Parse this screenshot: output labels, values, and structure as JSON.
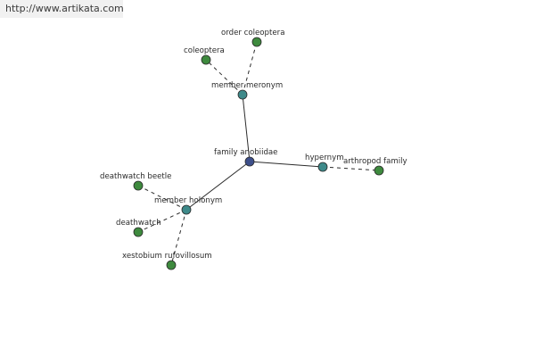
{
  "watermark": "http://www.artikata.com",
  "colors": {
    "root_node": "#3d4f8a",
    "relation_node": "#3e8a8a",
    "leaf_node": "#3e8a3e",
    "edge": "#2b2b2b"
  },
  "graph": {
    "root": {
      "label": "family anobiidae"
    },
    "relations": [
      {
        "label": "member meronym",
        "style": "solid"
      },
      {
        "label": "hypernym",
        "style": "solid"
      },
      {
        "label": "member holonym",
        "style": "solid"
      }
    ],
    "leaves": [
      {
        "label": "order coleoptera",
        "relation": "member meronym"
      },
      {
        "label": "coleoptera",
        "relation": "member meronym"
      },
      {
        "label": "arthropod family",
        "relation": "hypernym"
      },
      {
        "label": "deathwatch beetle",
        "relation": "member holonym"
      },
      {
        "label": "deathwatch",
        "relation": "member holonym"
      },
      {
        "label": "xestobium rufovillosum",
        "relation": "member holonym"
      }
    ]
  }
}
